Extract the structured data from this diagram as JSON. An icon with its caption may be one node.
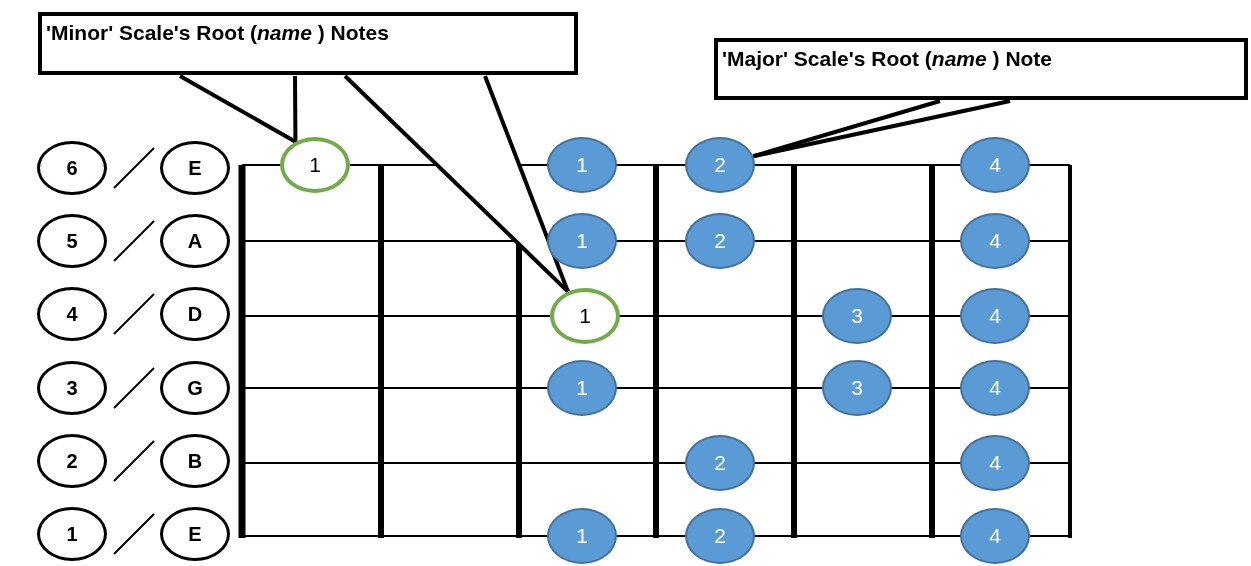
{
  "diagram": {
    "nodes": [
      {
        "text": [
          "'Minor' Scale's Root (*name* ) Notes"
        ]
      },
      {
        "text": [
          "'Major' Scale's Root (*name* ) Note"
        ]
      },
      {
        "text": [
          "6"
        ]
      },
      {
        "text": [
          "E"
        ]
      },
      {
        "text": [
          "5"
        ]
      },
      {
        "text": [
          "A"
        ]
      },
      {
        "text": [
          "4"
        ]
      },
      {
        "text": [
          "D"
        ]
      },
      {
        "text": [
          "3"
        ]
      },
      {
        "text": [
          "G"
        ]
      },
      {
        "text": [
          "2"
        ]
      },
      {
        "text": [
          "B"
        ]
      },
      {
        "text": [
          "1"
        ]
      },
      {
        "text": [
          "E"
        ]
      },
      {
        "text": [
          "1"
        ]
      },
      {
        "text": [
          "1"
        ]
      },
      {
        "text": [
          "2"
        ]
      },
      {
        "text": [
          "4"
        ]
      },
      {
        "text": [
          "1"
        ]
      },
      {
        "text": [
          "2"
        ]
      },
      {
        "text": [
          "4"
        ]
      },
      {
        "text": [
          "1"
        ]
      },
      {
        "text": [
          "3"
        ]
      },
      {
        "text": [
          "4"
        ]
      },
      {
        "text": [
          "1"
        ]
      },
      {
        "text": [
          "3"
        ]
      },
      {
        "text": [
          "4"
        ]
      },
      {
        "text": [
          "2"
        ]
      },
      {
        "text": [
          "4"
        ]
      },
      {
        "text": [
          "1"
        ]
      },
      {
        "text": [
          "2"
        ]
      },
      {
        "text": [
          "4"
        ]
      }
    ],
    "edges": [
      {
        "from": 0,
        "to": 14,
        "arrow": "none"
      },
      {
        "from": 0,
        "to": 21,
        "arrow": "none"
      },
      {
        "from": 1,
        "to": 16,
        "arrow": "none"
      }
    ]
  }
}
